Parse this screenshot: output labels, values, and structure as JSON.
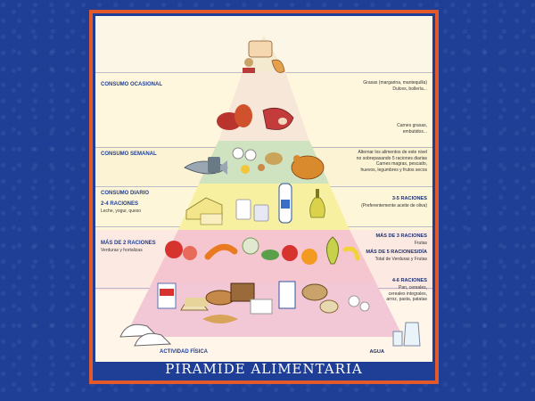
{
  "title": "PIRAMIDE ALIMENTARIA",
  "left": {
    "ocasional": "CONSUMO OCASIONAL",
    "semanal": "CONSUMO SEMANAL",
    "diario": "CONSUMO DIARIO",
    "dairy_portions": "2-4 RACIONES",
    "dairy_items": "Leche, yogur, queso",
    "veg_portions": "MÁS DE 2 RACIONES",
    "veg_items": "Verduras y hortalizas",
    "activity": "ACTIVIDAD FÍSICA"
  },
  "right": {
    "ocasional_1": "Grasas (margarina, mantequilla)",
    "ocasional_2": "Dulces, bollería...",
    "meat_1": "Carnes grasas,",
    "meat_2": "embutidos...",
    "semanal_1": "Alternar los alimentos de este nivel",
    "semanal_2": "no sobrepasando 5 raciones diarias",
    "semanal_3": "Carnes magras, pescado,",
    "semanal_4": "huevos, legumbres y frutos secos",
    "oil_portions": "3-5 RACIONES",
    "oil_note": "(Preferentemente aceite de oliva)",
    "fruit_portions": "MÁS DE 3 RACIONES",
    "fruit_items": "Frutas",
    "day_portions": "MÁS DE 5 RACIONES/DÍA",
    "day_items": "Total de Verduras y Frutas",
    "cereal_portions": "4-6 RACIONES",
    "cereal_1": "Pan, cereales,",
    "cereal_2": "cereales integrales,",
    "cereal_3": "arroz, pasta, patatas",
    "water": "AGUA"
  },
  "colors": {
    "background": "#1f3f97",
    "frame": "#e35a2a",
    "poster": "#fbf6e6",
    "tier_top": "#f4ead0",
    "tier_protein": "#cfe3c0",
    "tier_dairy": "#f6f0a0",
    "tier_fruit": "#f6c6d0",
    "tier_base": "#f2c8d6"
  }
}
